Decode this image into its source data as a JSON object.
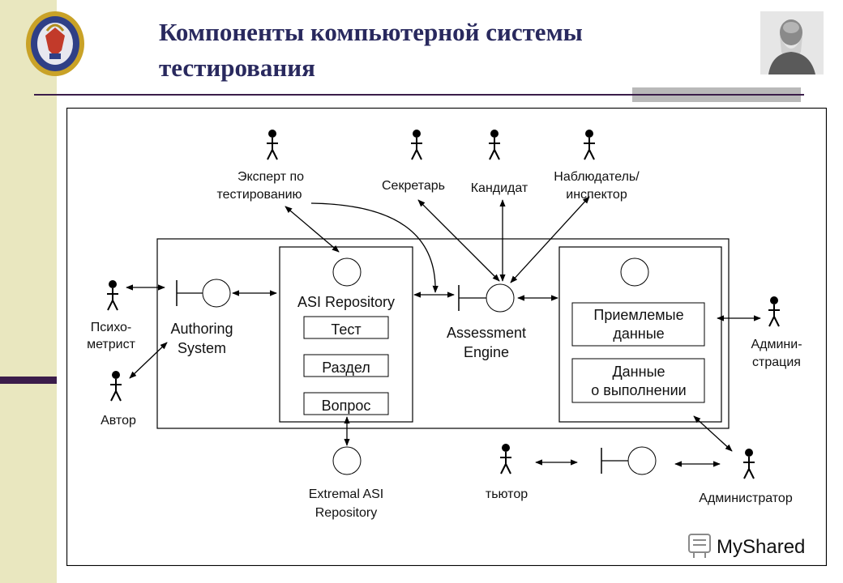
{
  "title": {
    "line1": "Компоненты компьютерной системы",
    "line2": "тестирования"
  },
  "colors": {
    "title": "#29295e",
    "sidebar": "#e9e7bf",
    "accent_dark": "#3b1d4a",
    "band_gray": "#b9b9b9"
  },
  "icons": [
    "emblem",
    "portrait",
    "actor-figure",
    "component-circle",
    "bidirectional-arrow"
  ],
  "diagram": {
    "actors": {
      "expert": {
        "line1": "Эксперт по",
        "line2": "тестированию"
      },
      "secretary": "Секретарь",
      "candidate": "Кандидат",
      "observer": {
        "line1": "Наблюдатель/",
        "line2": "инспектор"
      },
      "psychometrist": {
        "line1": "Психо-",
        "line2": "метрист"
      },
      "author": "Автор",
      "administration": {
        "line1": "Админи-",
        "line2": "страция"
      },
      "tutor": "тьютор",
      "administrator": "Администратор"
    },
    "components": {
      "authoring": {
        "line1": "Authoring",
        "line2": "System"
      },
      "repository": {
        "title": "ASI Repository",
        "items": [
          "Тест",
          "Раздел",
          "Вопрос"
        ]
      },
      "engine": {
        "line1": "Assessment",
        "line2": "Engine"
      },
      "data": {
        "acceptable": {
          "line1": "Приемлемые",
          "line2": "данные"
        },
        "runtime": {
          "line1": "Данные",
          "line2": "о выполнении"
        }
      },
      "external": {
        "line1": "Extremal ASI",
        "line2": "Repository"
      }
    }
  },
  "watermark": "MyShared"
}
